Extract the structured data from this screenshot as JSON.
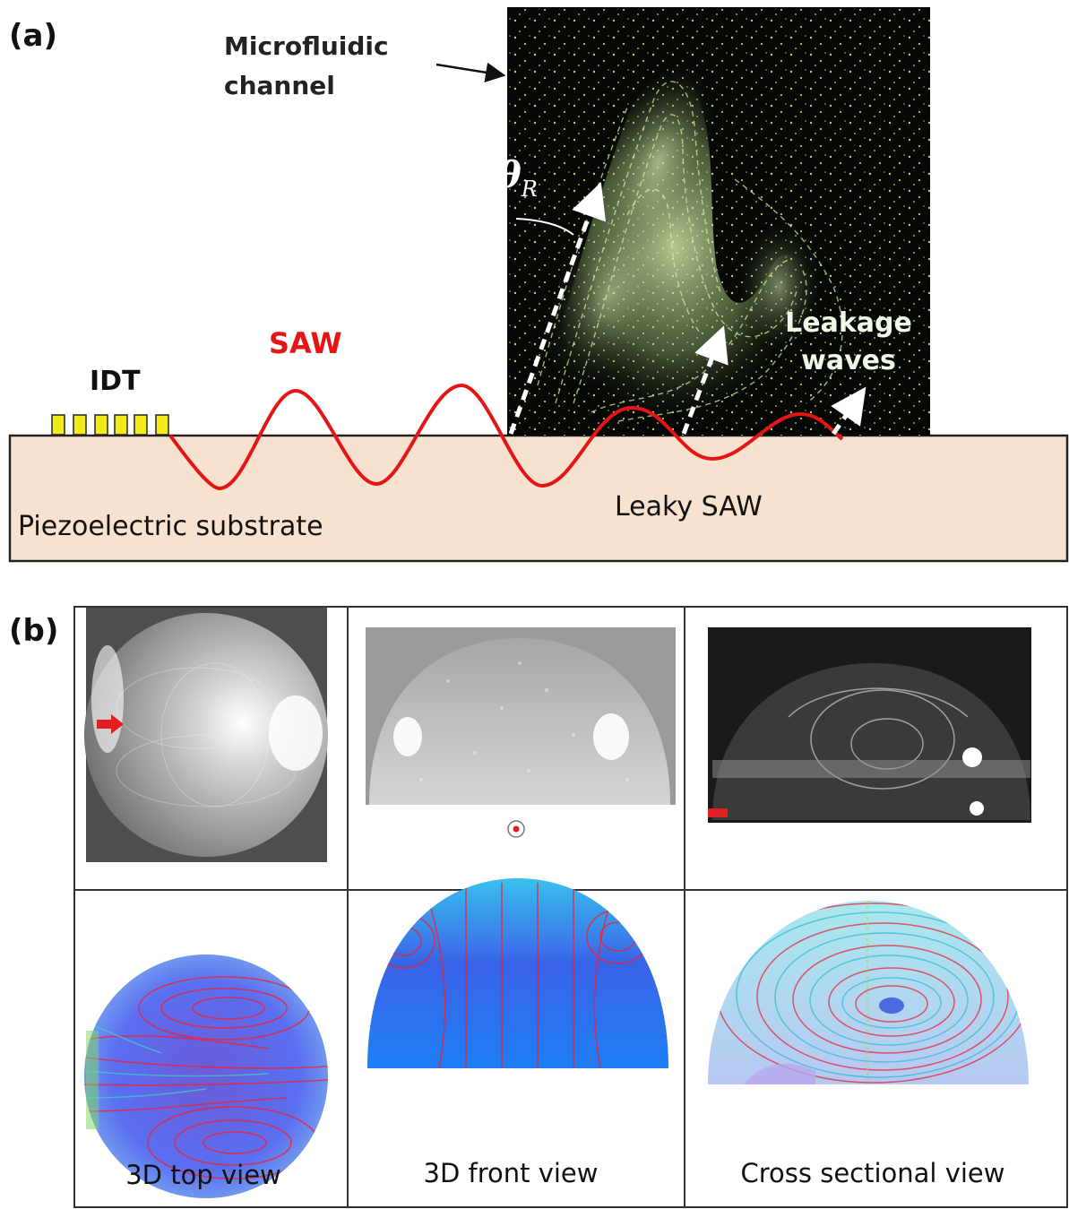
{
  "panel_a": {
    "letter": "(a)",
    "microfluidic_label_line1": "Microfluidic",
    "microfluidic_label_line2": "channel",
    "theta_symbol": "θ",
    "theta_subscript": "R",
    "saw_label": "SAW",
    "idt_label": "IDT",
    "leakage_line1": "Leakage",
    "leakage_line2": "waves",
    "leaky_saw_label": "Leaky SAW",
    "substrate_label": "Piezoelectric substrate",
    "colors": {
      "substrate": "#f7e2cf",
      "wave": "#e51515",
      "idt": "#f3ea1a",
      "channel_bg": "#060806",
      "flow": "#d7f0a0"
    }
  },
  "panel_b": {
    "letter": "(b)",
    "captions": [
      "3D top view",
      "3D front view",
      "Cross sectional view"
    ]
  }
}
